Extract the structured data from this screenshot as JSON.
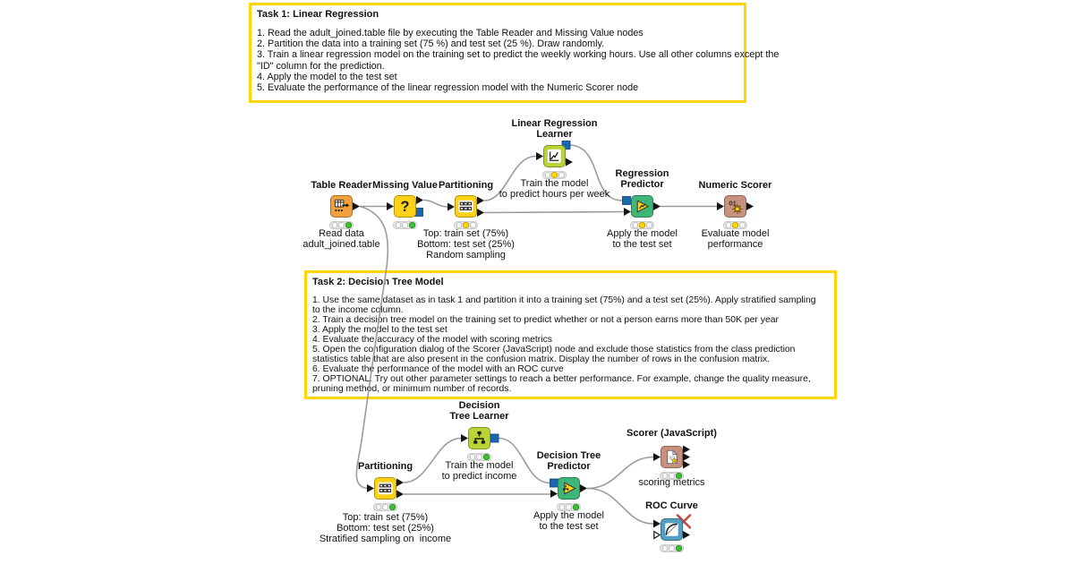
{
  "workflow": {
    "annotations": [
      {
        "title": "Task 1: Linear Regression",
        "lines": [
          "1. Read the adult_joined.table file by executing the Table Reader and Missing Value nodes",
          "2. Partition the data into a training set (75 %) and test set (25 %). Draw randomly.",
          "3. Train a linear regression model on the training set to predict the weekly working hours. Use all other columns except the",
          "\"ID\" column for the prediction.",
          "4. Apply the model to the test set",
          "5. Evaluate the performance of the linear regression model with the Numeric Scorer node"
        ]
      },
      {
        "title": "Task 2: Decision Tree Model",
        "lines": [
          "1. Use the same dataset as in task 1 and partition it into a training set (75%) and a test set (25%). Apply stratified sampling",
          "to the income column.",
          "2. Train a decision tree model on the training set to predict whether or not a person earns more than 50K per year",
          "3. Apply the model to the test set",
          "4. Evaluate the accuracy of the model with scoring metrics",
          "5. Open the configuration dialog of the Scorer (JavaScript) node and exclude those statistics from the class prediction",
          "statistics table that are also present in the confusion matrix. Display the number of rows in the confusion matrix.",
          "6. Evaluate the performance of the model with an ROC curve",
          "7. OPTIONAL: Try out other parameter settings to reach a better performance. For example, change the quality measure,",
          "pruning method, or minimum number of records."
        ]
      }
    ],
    "nodes": [
      {
        "id": "table-reader",
        "label_lines": [
          "Table Reader"
        ],
        "caption_lines": [
          "Read data",
          "adult_joined.table"
        ],
        "icon": "table-reader-icon",
        "color": "#f1a13e",
        "status": "executed"
      },
      {
        "id": "missing-value",
        "label_lines": [
          "Missing Value"
        ],
        "caption_lines": [],
        "icon": "question-mark-icon",
        "color": "#fcd116",
        "status": "executed"
      },
      {
        "id": "partitioning-task1",
        "label_lines": [
          "Partitioning"
        ],
        "caption_lines": [
          "Top: train set (75%)",
          "Bottom: test set (25%)",
          "Random sampling"
        ],
        "icon": "partitioning-icon",
        "color": "#fcd116",
        "status": "configured"
      },
      {
        "id": "linear-regression-learner",
        "label_lines": [
          "Linear Regression",
          "Learner"
        ],
        "caption_lines": [
          "Train the model",
          "to predict hours per week"
        ],
        "icon": "regression-chart-icon",
        "color": "#bad437",
        "status": "configured"
      },
      {
        "id": "regression-predictor",
        "label_lines": [
          "Regression",
          "Predictor"
        ],
        "caption_lines": [
          "Apply the model",
          "to the test set"
        ],
        "icon": "predictor-play-icon",
        "color": "#3fb577",
        "status": "configured"
      },
      {
        "id": "numeric-scorer",
        "label_lines": [
          "Numeric Scorer"
        ],
        "caption_lines": [
          "Evaluate model",
          "performance"
        ],
        "icon": "numeric-scorer-icon",
        "color": "#c6917f",
        "status": "configured"
      },
      {
        "id": "partitioning-task2",
        "label_lines": [
          "Partitioning"
        ],
        "caption_lines": [
          "Top: train set (75%)",
          "Bottom: test set (25%)",
          "Stratified sampling on  income"
        ],
        "icon": "partitioning-icon",
        "color": "#fcd116",
        "status": "executed"
      },
      {
        "id": "decision-tree-learner",
        "label_lines": [
          "Decision",
          "Tree Learner"
        ],
        "caption_lines": [
          "Train the model",
          "to predict income"
        ],
        "icon": "decision-tree-icon",
        "color": "#bad437",
        "status": "executed"
      },
      {
        "id": "decision-tree-predictor",
        "label_lines": [
          "Decision Tree",
          "Predictor"
        ],
        "caption_lines": [
          "Apply the model",
          "to the test set"
        ],
        "icon": "predictor-tree-icon",
        "color": "#3fb577",
        "status": "executed"
      },
      {
        "id": "scorer-javascript",
        "label_lines": [
          "Scorer (JavaScript)"
        ],
        "caption_lines": [
          "scoring metrics"
        ],
        "icon": "document-star-icon",
        "color": "#c6917f",
        "status": "executed"
      },
      {
        "id": "roc-curve",
        "label_lines": [
          "ROC Curve"
        ],
        "caption_lines": [],
        "icon": "roc-curve-icon",
        "color": "#539fc4",
        "status": "executed"
      }
    ],
    "status_colors": {
      "executed": "#3dc132",
      "configured": "#ffd800"
    },
    "annotation_border_color": "#ffd507",
    "model_port_color": "#1a66b0"
  }
}
